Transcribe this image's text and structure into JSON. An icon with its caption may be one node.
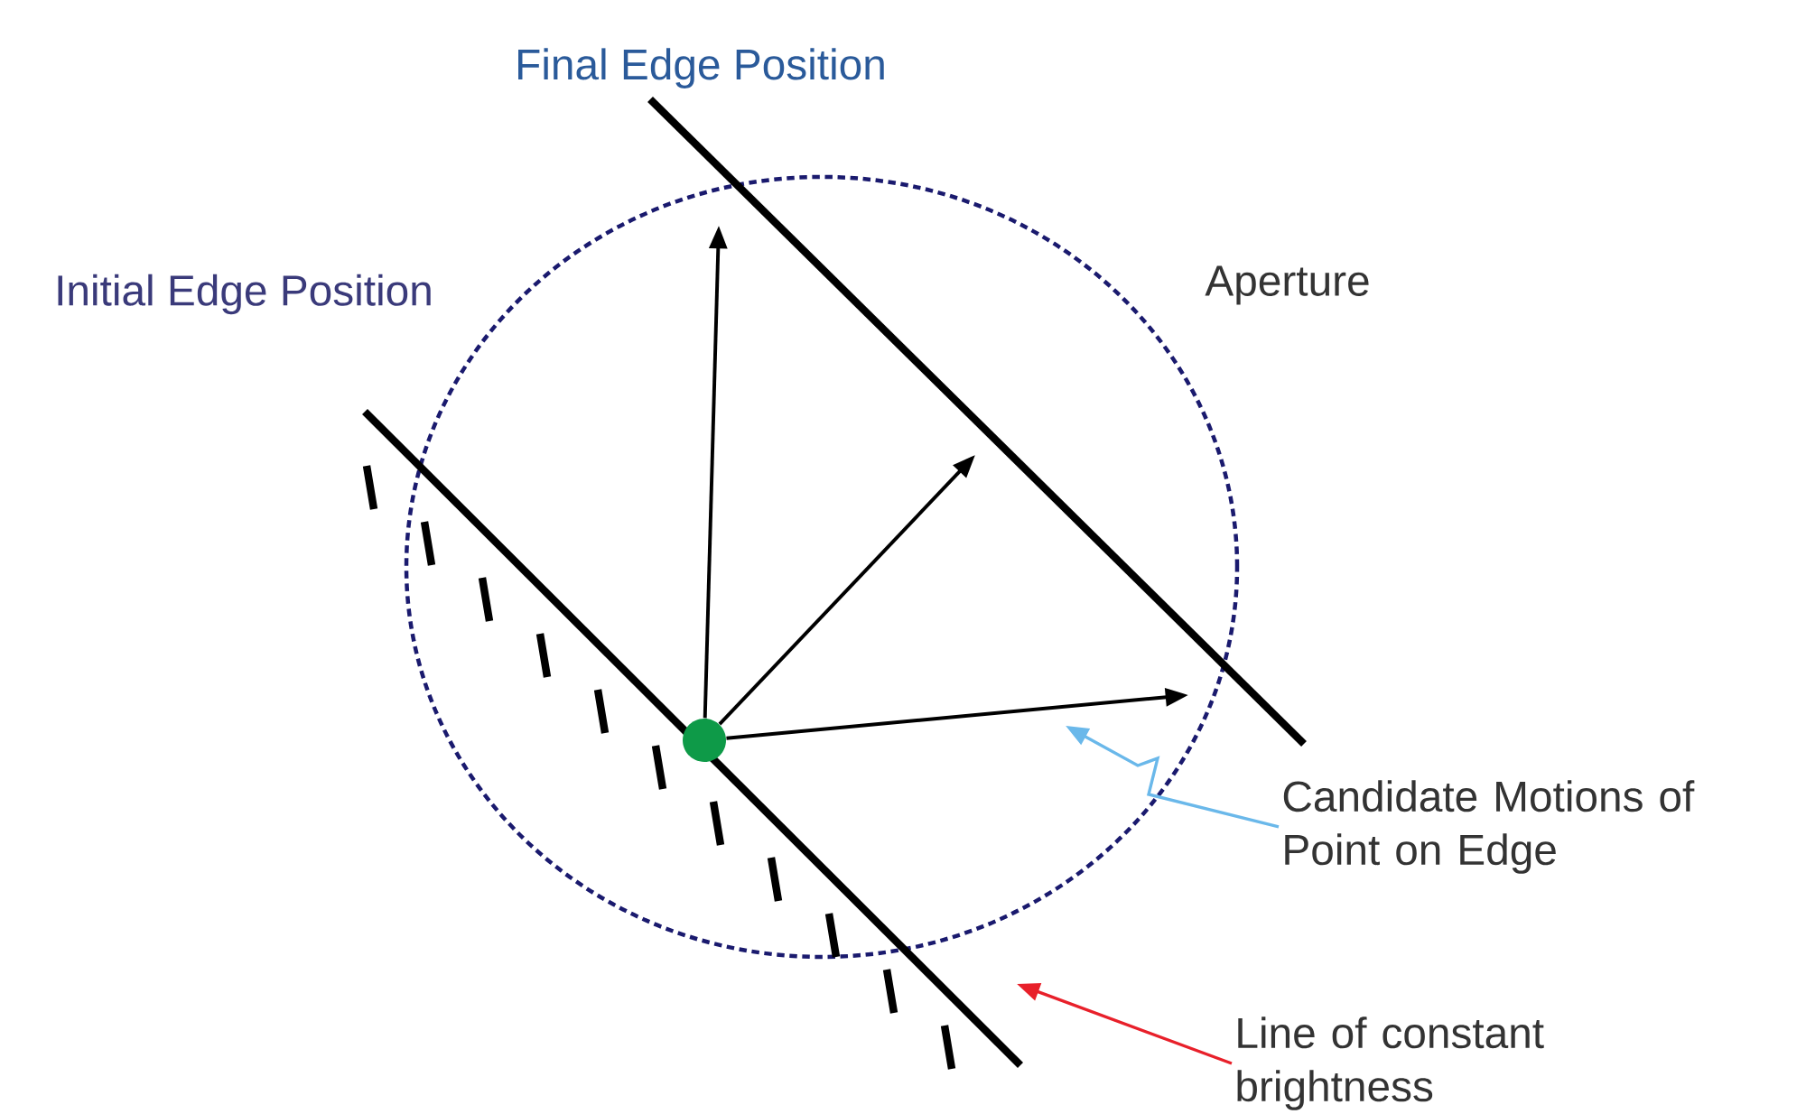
{
  "diagram": {
    "nodes": [
      {
        "text": [],
        "shape": "circle"
      },
      {
        "text": [
          "Candidate Motions of Point on Edge"
        ]
      },
      {
        "text": [
          "Line of constant brightness"
        ]
      }
    ],
    "edges": [
      {
        "from": 0,
        "to": null,
        "arrow": "to"
      },
      {
        "from": 0,
        "to": null,
        "arrow": "to"
      },
      {
        "from": 0,
        "to": null,
        "arrow": "to"
      },
      {
        "from": 1,
        "to": null,
        "arrow": "to",
        "color": "#6ab8ea"
      },
      {
        "from": 2,
        "to": null,
        "arrow": "to",
        "color": "#e8202a"
      }
    ],
    "labels": [
      "Final Edge Position",
      "Initial Edge Position",
      "Aperture"
    ]
  }
}
